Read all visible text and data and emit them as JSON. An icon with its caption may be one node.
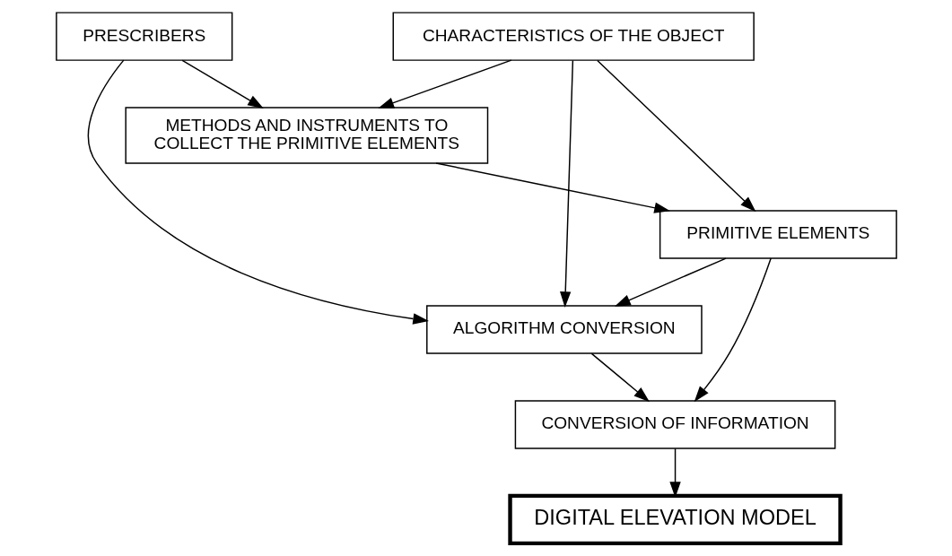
{
  "diagram": {
    "nodes": [
      {
        "text": [
          "PRESCRIBERS"
        ]
      },
      {
        "text": [
          "METHODS AND INSTRUMENTS TO COLLECT THE PRIMITIVE ELEMENTS"
        ]
      },
      {
        "text": [
          "CHARACTERISTICS OF THE OBJECT"
        ]
      },
      {
        "text": [
          "PRIMITIVE ELEMENTS"
        ]
      },
      {
        "text": [
          "CONVERSION OF INFORMATION"
        ]
      },
      {
        "text": [
          "ALGORITHM CONVERSION"
        ]
      },
      {
        "text": [
          "DIGITAL ELEVATION MODEL"
        ]
      }
    ],
    "edges": [
      {
        "from": 0,
        "to": 1,
        "arrow": "to"
      },
      {
        "from": 2,
        "to": 1,
        "arrow": "to"
      },
      {
        "from": 0,
        "to": 5,
        "arrow": "to"
      },
      {
        "from": 2,
        "to": 3,
        "arrow": "to"
      },
      {
        "from": 2,
        "to": 5,
        "arrow": "to"
      },
      {
        "from": 1,
        "to": 3,
        "arrow": "to"
      },
      {
        "from": 3,
        "to": 4,
        "arrow": "to"
      },
      {
        "from": 3,
        "to": 5,
        "arrow": "to"
      },
      {
        "from": 5,
        "to": 4,
        "arrow": "to"
      },
      {
        "from": 4,
        "to": 6,
        "arrow": "to"
      }
    ]
  }
}
